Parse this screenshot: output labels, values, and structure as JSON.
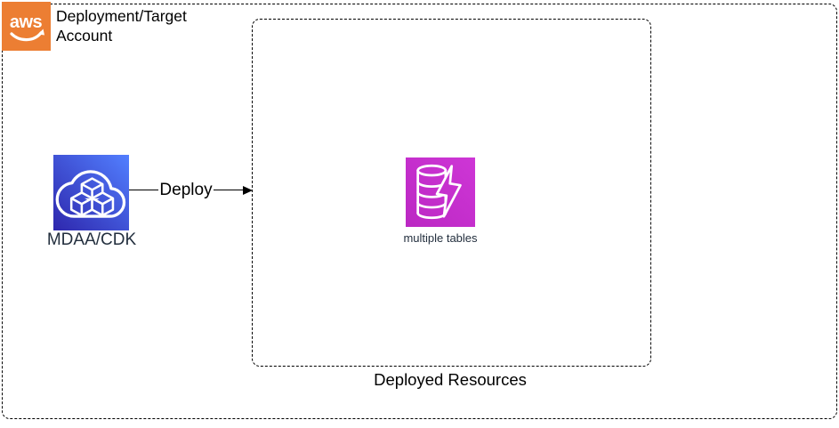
{
  "header": {
    "aws_logo_text": "aws",
    "account_label": "Deployment/Target Account"
  },
  "cdk": {
    "label": "MDAA/CDK"
  },
  "arrow": {
    "label": "Deploy"
  },
  "inner_box": {
    "dynamodb_label": "multiple tables",
    "caption": "Deployed Resources"
  },
  "colors": {
    "aws_orange": "#EC7E33",
    "cdk_gradient_start": "#2E27AD",
    "cdk_gradient_end": "#527FFF",
    "dynamodb_gradient_start": "#BB28C3",
    "dynamodb_gradient_end": "#CE36D6",
    "label_dark": "#232F3E",
    "line_black": "#000000"
  }
}
